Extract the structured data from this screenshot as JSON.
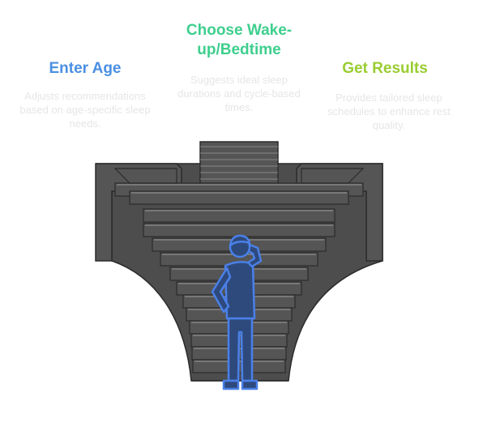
{
  "steps": [
    {
      "title": "Enter Age",
      "description": "Adjusts recommendations based on age-specific sleep needs.",
      "color": "#4a90e2"
    },
    {
      "title": "Choose Wake-up/Bedtime",
      "description": "Suggests ideal sleep durations and cycle-based times.",
      "color": "#3ecf8e"
    },
    {
      "title": "Get Results",
      "description": "Provides tailored sleep schedules to enhance rest quality.",
      "color": "#9acd32"
    }
  ],
  "figure": {
    "icon": "person-thinking-icon",
    "color": "#4a80e8"
  },
  "staircase": {
    "fill": "#555555",
    "stroke": "#2b2b2b"
  }
}
